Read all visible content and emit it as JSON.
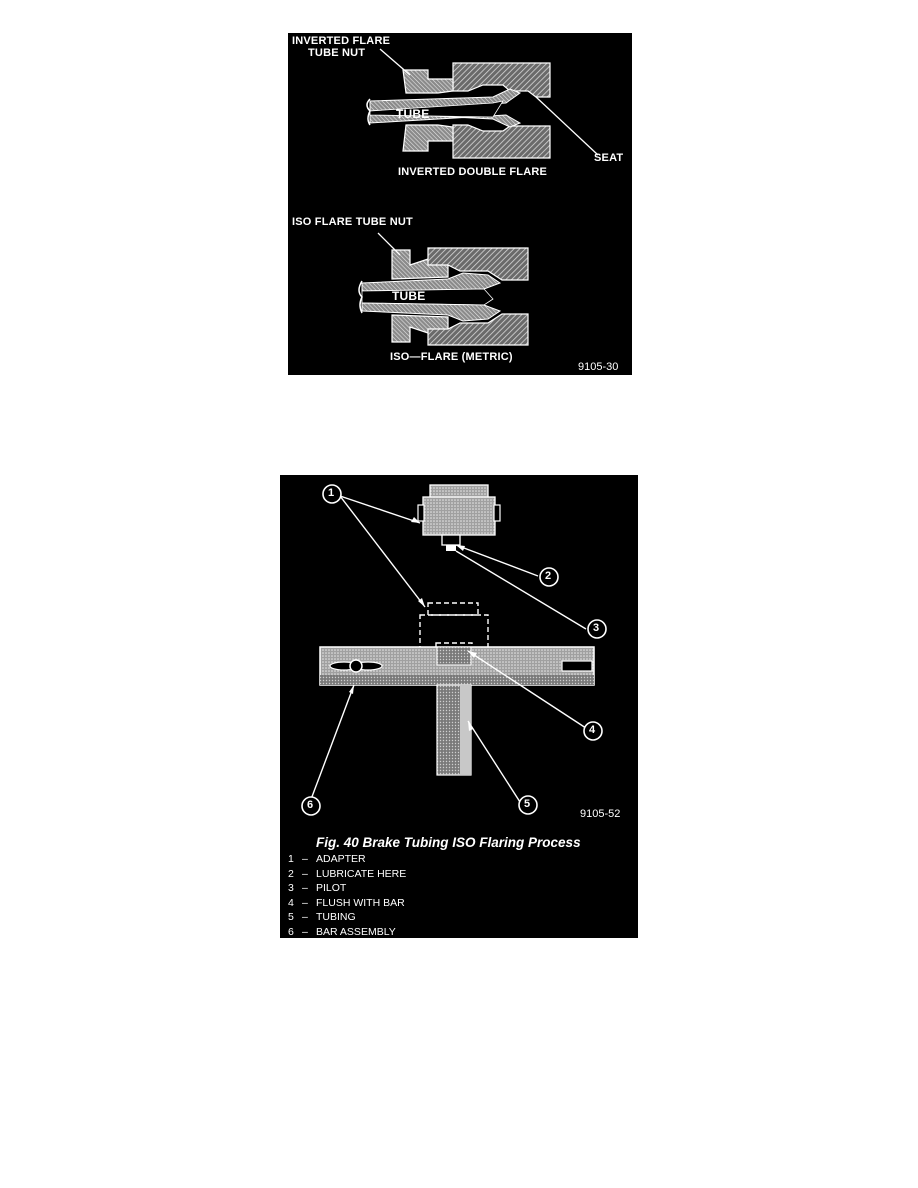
{
  "top_figure": {
    "labels": {
      "inverted_nut_line1": "INVERTED FLARE",
      "inverted_nut_line2": "TUBE NUT",
      "tube_upper": "TUBE",
      "seat": "SEAT",
      "inverted_double_flare": "INVERTED DOUBLE FLARE",
      "iso_nut": "ISO FLARE TUBE NUT",
      "tube_lower": "TUBE",
      "iso_flare_metric": "ISO—FLARE (METRIC)"
    },
    "figure_code": "9105-30"
  },
  "bottom_figure": {
    "callouts": [
      "1",
      "2",
      "3",
      "4",
      "5",
      "6"
    ],
    "figure_code": "9105-52",
    "caption": "Fig. 40 Brake Tubing ISO Flaring Process",
    "legend": [
      {
        "num": "1",
        "dash": "–",
        "text": "ADAPTER"
      },
      {
        "num": "2",
        "dash": "–",
        "text": "LUBRICATE HERE"
      },
      {
        "num": "3",
        "dash": "–",
        "text": "PILOT"
      },
      {
        "num": "4",
        "dash": "–",
        "text": "FLUSH WITH BAR"
      },
      {
        "num": "5",
        "dash": "–",
        "text": "TUBING"
      },
      {
        "num": "6",
        "dash": "–",
        "text": "BAR ASSEMBLY"
      }
    ]
  },
  "colors": {
    "panel_bg": "#000000",
    "ink": "#ffffff",
    "hatch": "#bdbdbd"
  }
}
